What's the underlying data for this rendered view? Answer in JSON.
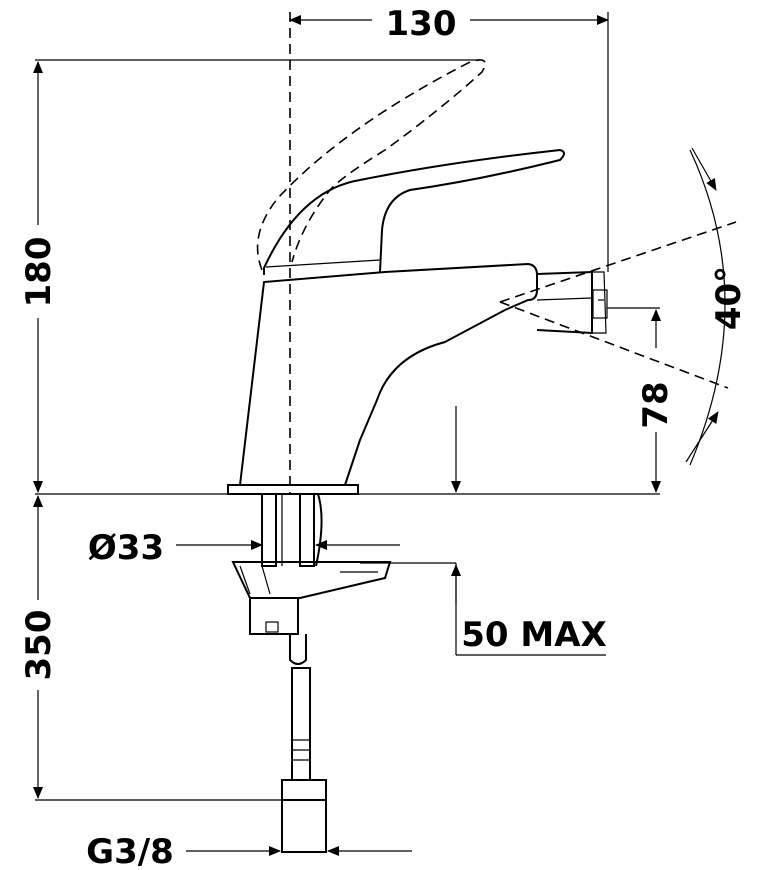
{
  "dimensions": {
    "width_top": "130",
    "height_upper": "180",
    "height_lower": "350",
    "angle": "40°",
    "spout_height": "78",
    "hole_diameter": "Ø33",
    "max_thickness": "50 MAX",
    "thread": "G3/8"
  }
}
